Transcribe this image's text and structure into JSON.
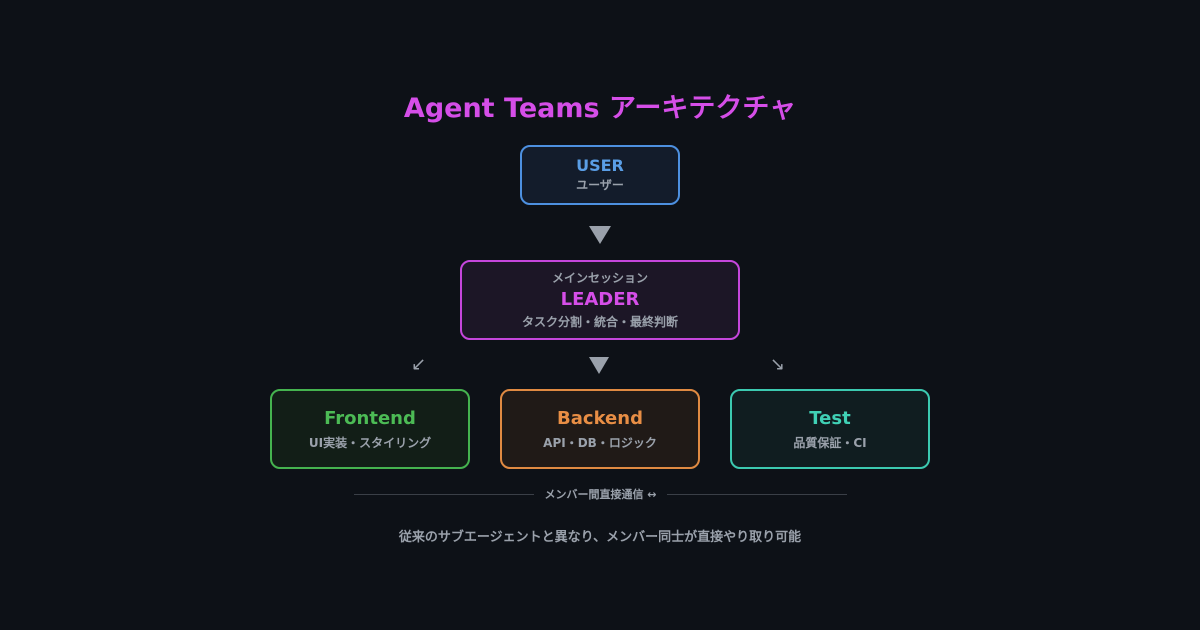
{
  "title": "Agent Teams アーキテクチャ",
  "user": {
    "name": "USER",
    "sub": "ユーザー"
  },
  "leader": {
    "role": "メインセッション",
    "name": "LEADER",
    "sub": "タスク分割・統合・最終判断"
  },
  "members": [
    {
      "name": "Frontend",
      "sub": "UI実装・スタイリング",
      "color": "#4cbb55"
    },
    {
      "name": "Backend",
      "sub": "API・DB・ロジック",
      "color": "#e88e45"
    },
    {
      "name": "Test",
      "sub": "品質保証・CI",
      "color": "#40d0b5"
    }
  ],
  "arrows": {
    "down": "▼",
    "diag_left": "↙",
    "diag_right": "↘"
  },
  "divider": {
    "label": "メンバー間直接通信 ↔"
  },
  "footnote": "従来のサブエージェントと異なり、メンバー同士が直接やり取り可能",
  "colors": {
    "background": "#0d1117",
    "title": "#d54ee8",
    "user": "#4d90e0",
    "leader": "#c546dc",
    "frontend": "#45b34f",
    "backend": "#e08a42",
    "test": "#3cc9b0",
    "muted_text": "#9aa1ab"
  }
}
